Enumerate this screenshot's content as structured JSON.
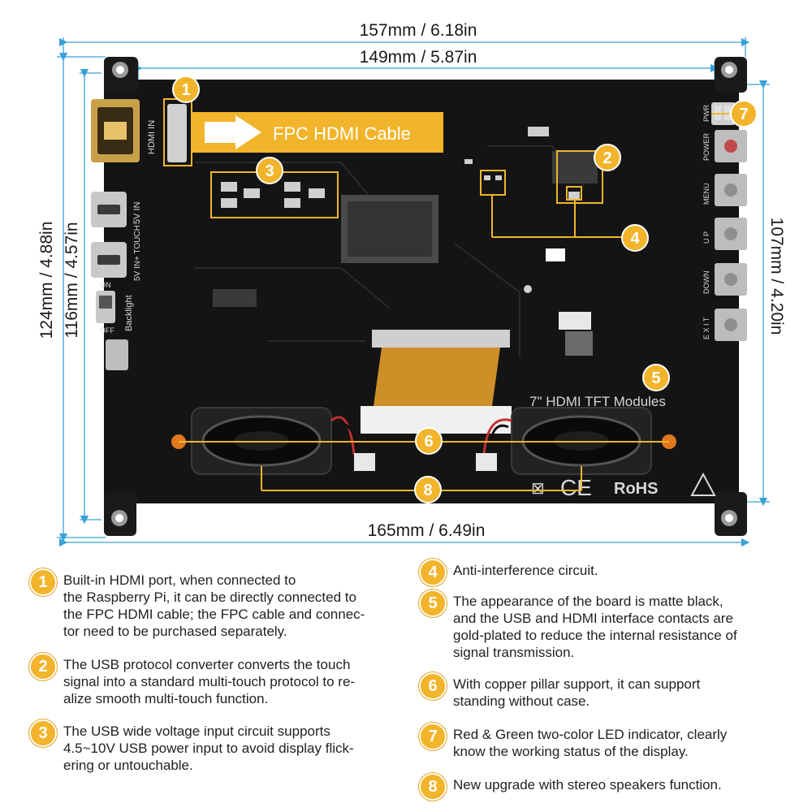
{
  "dimensions": {
    "top_outer": "157mm / 6.18in",
    "top_inner": "149mm / 5.87in",
    "bottom": "165mm / 6.49in",
    "left_outer": "124mm / 4.88in",
    "left_inner": "116mm / 4.57in",
    "right": "107mm / 4.20in"
  },
  "board": {
    "fpc_banner": "FPC HDMI Cable",
    "model_text": "7\" HDMI TFT Modules",
    "rohs": "RoHS",
    "ce": "CE",
    "port_labels": {
      "hdmi_in": "HDMI IN",
      "5v_in": "5V IN",
      "5v_touch": "5V IN+ TOUCH",
      "backlight": "Backlight",
      "on": "ON",
      "off": "OFF"
    },
    "buttons": [
      "PWR",
      "POWER",
      "MENU",
      "U P",
      "DOWN",
      "E X I T"
    ]
  },
  "badges": [
    "1",
    "2",
    "3",
    "4",
    "5",
    "6",
    "7",
    "8"
  ],
  "legend": [
    {
      "num": "1",
      "text": "Built-in HDMI port, when connected to\nthe Raspberry Pi, it can be directly connected to\nthe FPC HDMI cable; the FPC cable and connec-\ntor need to be purchased separately."
    },
    {
      "num": "2",
      "text": "The USB protocol converter converts the touch\nsignal into a standard multi-touch protocol to re-\nalize smooth multi-touch function."
    },
    {
      "num": "3",
      "text": "The USB wide voltage input circuit supports\n4.5~10V USB power input to avoid display flick-\nering or untouchable."
    },
    {
      "num": "4",
      "text": "Anti-interference circuit."
    },
    {
      "num": "5",
      "text": "The appearance of the board is matte black,\nand the USB and HDMI interface contacts are\ngold-plated to reduce the internal resistance of\nsignal transmission."
    },
    {
      "num": "6",
      "text": "With copper pillar support, it can support\nstanding without case."
    },
    {
      "num": "7",
      "text": "Red & Green two-color LED indicator, clearly\n know the working status of the display."
    },
    {
      "num": "8",
      "text": "New upgrade with stereo speakers function."
    }
  ],
  "colors": {
    "accent": "#f2b42a",
    "board": "#141414",
    "dimension_line": "#3aa0d8",
    "fpc_cable": "#e09a2a"
  }
}
